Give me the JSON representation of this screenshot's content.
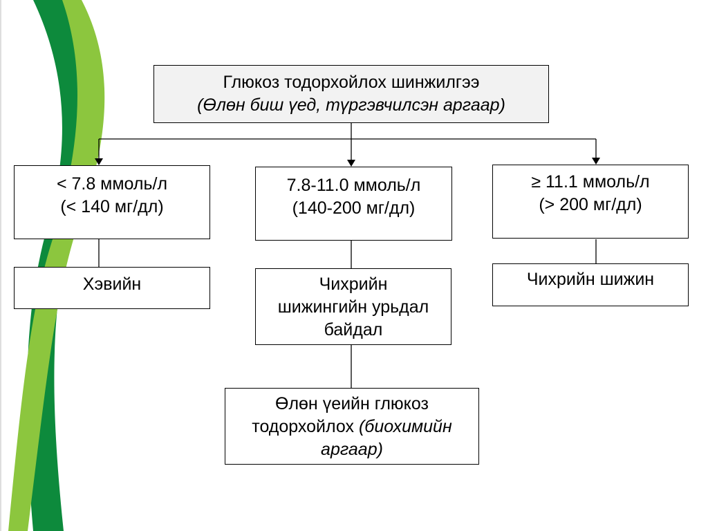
{
  "colors": {
    "ribbon_dark": "#0d8a3c",
    "ribbon_light": "#8cc63e",
    "title_box_bg": "#f2f2f2",
    "line": "#000000"
  },
  "root": {
    "line1": "Глюкоз тодорхойлох шинжилгээ",
    "line2": "(Өлөн биш үед, түргэвчилсэн аргаар)"
  },
  "branches": [
    {
      "line1": "< 7.8 ммоль/л",
      "line2": "(< 140 мг/дл)"
    },
    {
      "line1": "7.8-11.0 ммоль/л",
      "line2": "(140-200 мг/дл)"
    },
    {
      "line1": "≥ 11.1 ммоль/л",
      "line2": "(> 200 мг/дл)"
    }
  ],
  "results": [
    {
      "text": "Хэвийн"
    },
    {
      "line1": "Чихрийн",
      "line2": "шижингийн урьдал",
      "line3": "байдал"
    },
    {
      "text": "Чихрийн шижин"
    }
  ],
  "followup": {
    "line1": "Өлөн үеийн глюкоз",
    "line2_normal": "тодорхойлох ",
    "line2_italic": "(биохимийн",
    "line3_italic": "аргаар)"
  }
}
